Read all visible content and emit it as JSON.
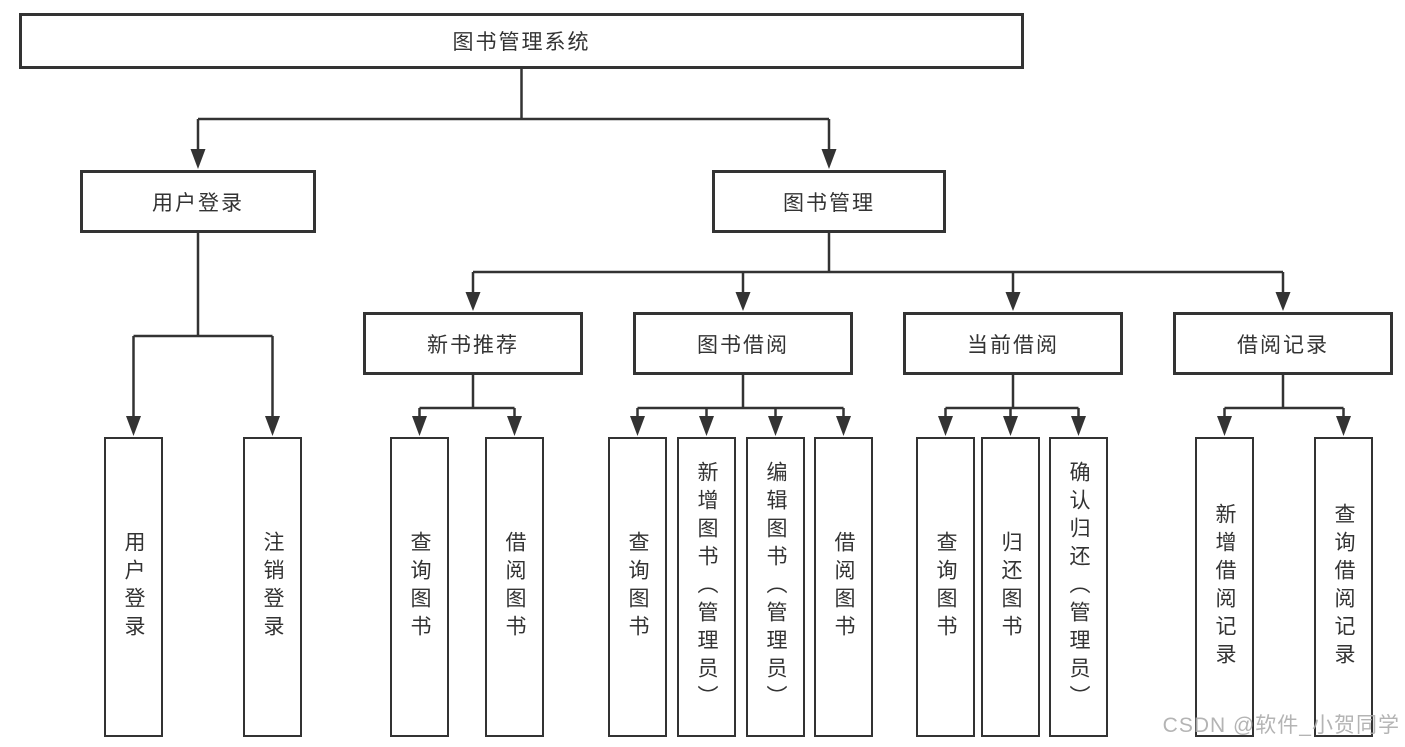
{
  "watermark": {
    "text": "CSDN @软件_小贺同学"
  },
  "diagram": {
    "root": {
      "label": "图书管理系统"
    },
    "branches": [
      {
        "label": "用户登录",
        "children": [
          {
            "label": "用户登录"
          },
          {
            "label": "注销登录"
          }
        ]
      },
      {
        "label": "图书管理",
        "children": [
          {
            "label": "新书推荐",
            "children": [
              {
                "label": "查询图书"
              },
              {
                "label": "借阅图书"
              }
            ]
          },
          {
            "label": "图书借阅",
            "children": [
              {
                "label": "查询图书"
              },
              {
                "label": "新增图书（管理员）"
              },
              {
                "label": "编辑图书（管理员）"
              },
              {
                "label": "借阅图书"
              }
            ]
          },
          {
            "label": "当前借阅",
            "children": [
              {
                "label": "查询图书"
              },
              {
                "label": "归还图书"
              },
              {
                "label": "确认归还（管理员）"
              }
            ]
          },
          {
            "label": "借阅记录",
            "children": [
              {
                "label": "新增借阅记录"
              },
              {
                "label": "查询借阅记录"
              }
            ]
          }
        ]
      }
    ]
  }
}
